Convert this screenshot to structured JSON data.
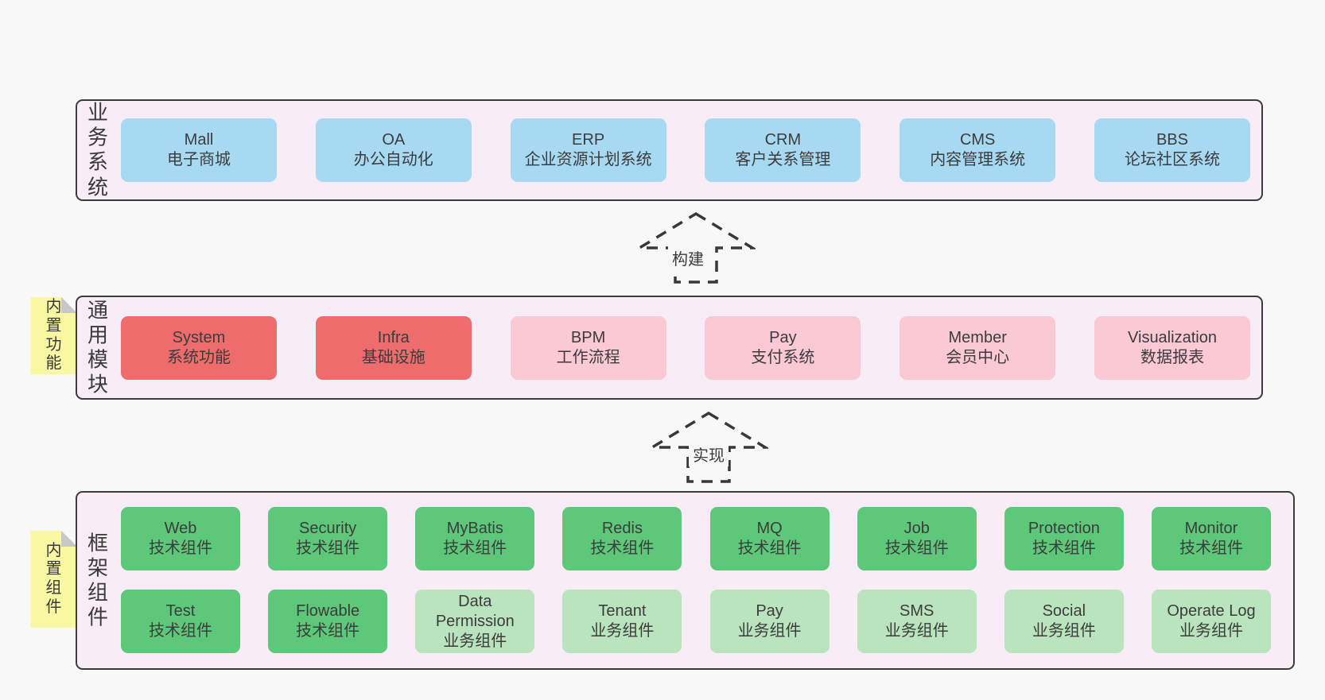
{
  "arrows": [
    {
      "label": "构建"
    },
    {
      "label": "实现"
    }
  ],
  "sections": {
    "business": {
      "label": "业务系统",
      "items": [
        {
          "name": "Mall",
          "desc": "电子商城",
          "variant": "blue"
        },
        {
          "name": "OA",
          "desc": "办公自动化",
          "variant": "blue"
        },
        {
          "name": "ERP",
          "desc": "企业资源计划系统",
          "variant": "blue"
        },
        {
          "name": "CRM",
          "desc": "客户关系管理",
          "variant": "blue"
        },
        {
          "name": "CMS",
          "desc": "内容管理系统",
          "variant": "blue"
        },
        {
          "name": "BBS",
          "desc": "论坛社区系统",
          "variant": "blue"
        }
      ]
    },
    "modules": {
      "label": "通用模块",
      "sticky": "内置功能",
      "items": [
        {
          "name": "System",
          "desc": "系统功能",
          "variant": "red"
        },
        {
          "name": "Infra",
          "desc": "基础设施",
          "variant": "red"
        },
        {
          "name": "BPM",
          "desc": "工作流程",
          "variant": "pink"
        },
        {
          "name": "Pay",
          "desc": "支付系统",
          "variant": "pink"
        },
        {
          "name": "Member",
          "desc": "会员中心",
          "variant": "pink"
        },
        {
          "name": "Visualization",
          "desc": "数据报表",
          "variant": "pink"
        }
      ]
    },
    "components": {
      "label": "框架组件",
      "sticky": "内置组件",
      "rows": [
        [
          {
            "name": "Web",
            "desc": "技术组件",
            "variant": "green"
          },
          {
            "name": "Security",
            "desc": "技术组件",
            "variant": "green"
          },
          {
            "name": "MyBatis",
            "desc": "技术组件",
            "variant": "green"
          },
          {
            "name": "Redis",
            "desc": "技术组件",
            "variant": "green"
          },
          {
            "name": "MQ",
            "desc": "技术组件",
            "variant": "green"
          },
          {
            "name": "Job",
            "desc": "技术组件",
            "variant": "green"
          },
          {
            "name": "Protection",
            "desc": "技术组件",
            "variant": "green"
          },
          {
            "name": "Monitor",
            "desc": "技术组件",
            "variant": "green"
          }
        ],
        [
          {
            "name": "Test",
            "desc": "技术组件",
            "variant": "green"
          },
          {
            "name": "Flowable",
            "desc": "技术组件",
            "variant": "green"
          },
          {
            "name": "Data Permission",
            "desc": "业务组件",
            "variant": "lgreen"
          },
          {
            "name": "Tenant",
            "desc": "业务组件",
            "variant": "lgreen"
          },
          {
            "name": "Pay",
            "desc": "业务组件",
            "variant": "lgreen"
          },
          {
            "name": "SMS",
            "desc": "业务组件",
            "variant": "lgreen"
          },
          {
            "name": "Social",
            "desc": "业务组件",
            "variant": "lgreen"
          },
          {
            "name": "Operate Log",
            "desc": "业务组件",
            "variant": "lgreen"
          }
        ]
      ]
    }
  },
  "colors": {
    "page_bg": "#f8f8f8",
    "section_fill": "#f8edf6",
    "section_border": "#3b3b3b",
    "business_box": "#a7daf2",
    "core_module_box": "#ee6c6c",
    "module_box": "#fac9d3",
    "tech_component_box": "#5ec87a",
    "biz_component_box": "#bae4bd",
    "sticky_note": "#f9f9a3"
  }
}
